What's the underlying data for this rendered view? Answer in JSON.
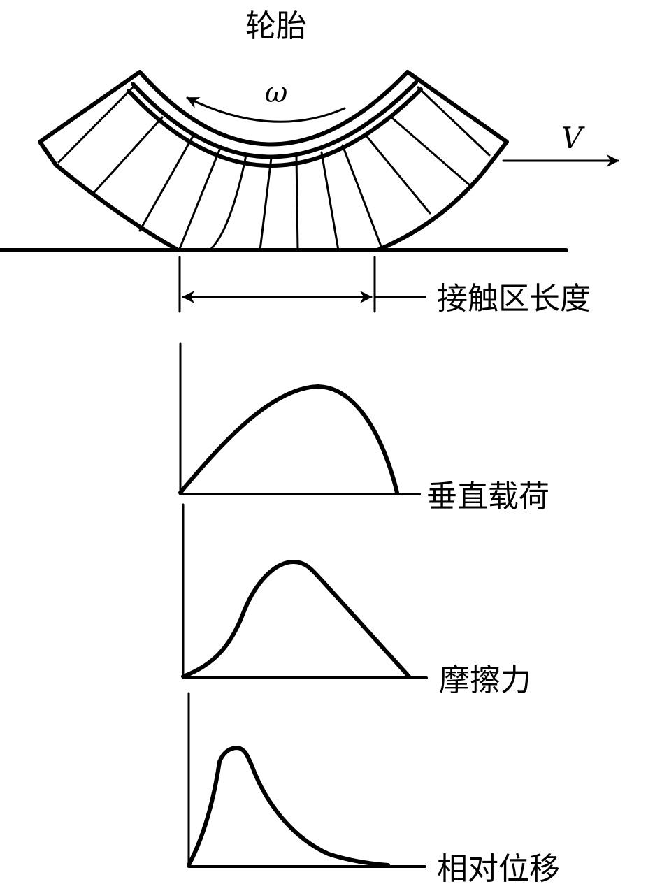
{
  "labels": {
    "tire": "轮胎",
    "omega": "ω",
    "velocity": "V",
    "contact_length": "接触区长度",
    "vertical_load": "垂直载荷",
    "friction_force": "摩擦力",
    "relative_displacement": "相对位移"
  },
  "colors": {
    "ink": "#000000",
    "background": "#ffffff"
  }
}
